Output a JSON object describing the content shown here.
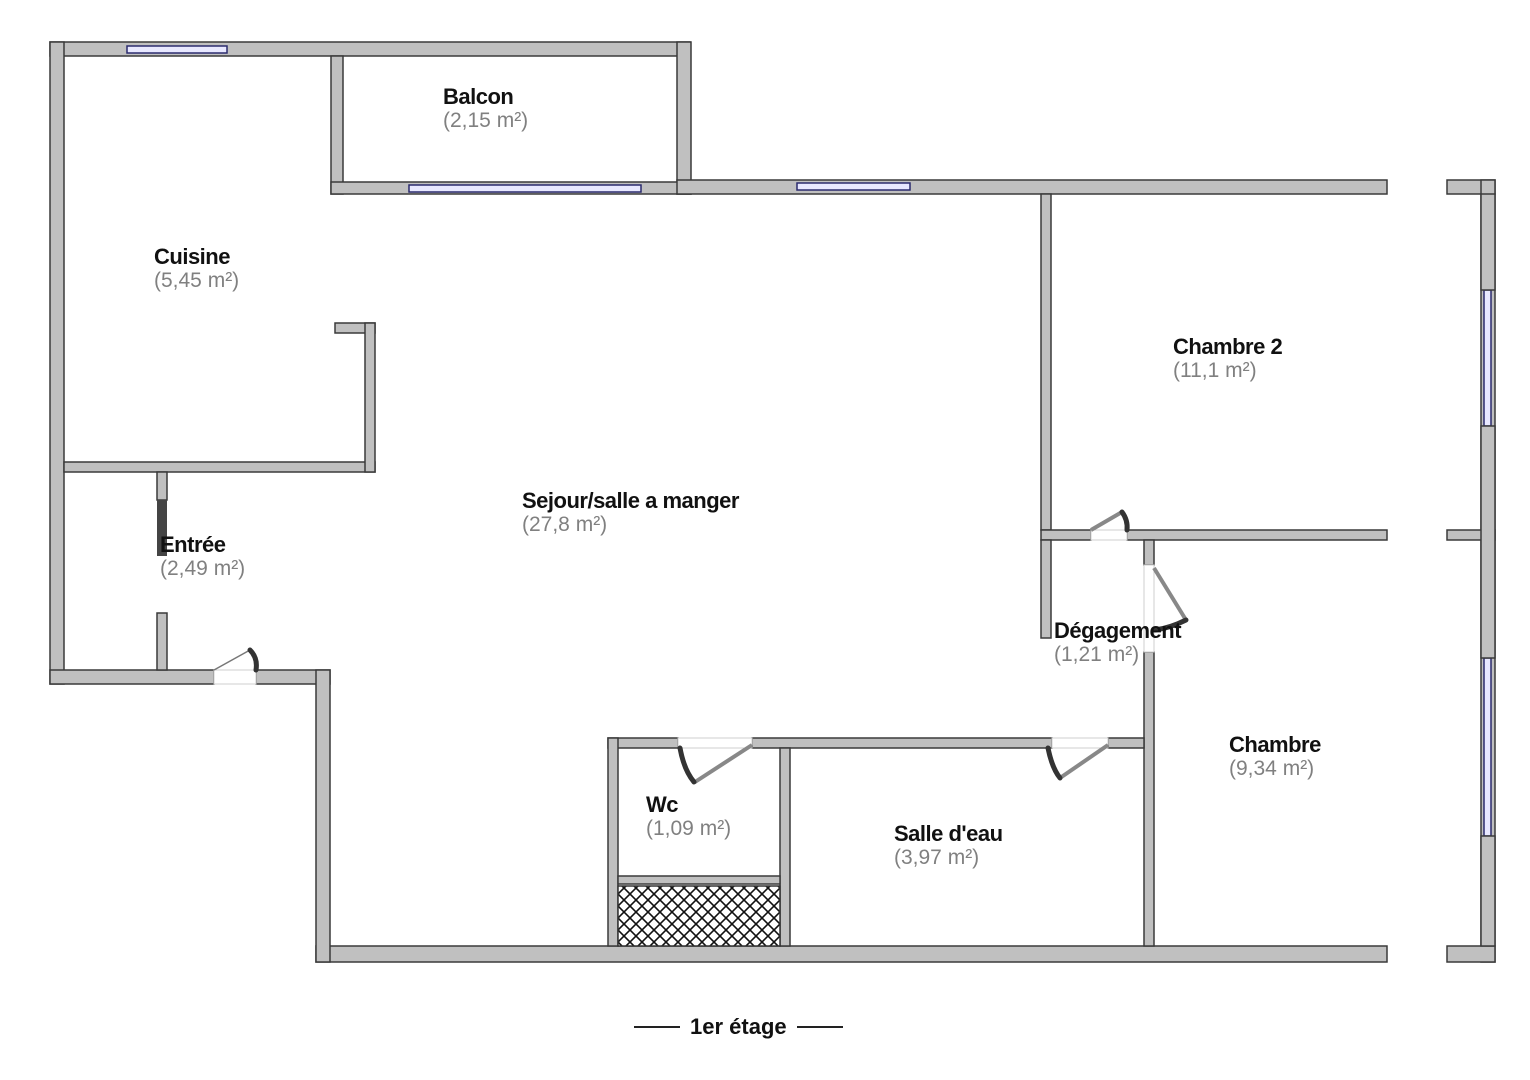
{
  "plan": {
    "floor_label": "1er étage",
    "colors": {
      "wall_fill": "#c0c0c0",
      "wall_outline": "#3a3a3a",
      "window": "#2b2b6e",
      "area_text": "#808080",
      "name_text": "#111111"
    },
    "rooms": [
      {
        "name": "Balcon",
        "area": "(2,15 m²)"
      },
      {
        "name": "Cuisine",
        "area": "(5,45 m²)"
      },
      {
        "name": "Entrée",
        "area": "(2,49 m²)"
      },
      {
        "name": "Sejour/salle a manger",
        "area": "(27,8 m²)"
      },
      {
        "name": "Chambre 2",
        "area": "(11,1 m²)"
      },
      {
        "name": "Dégagement",
        "area": "(1,21 m²)"
      },
      {
        "name": "Chambre",
        "area": "(9,34 m²)"
      },
      {
        "name": "Wc",
        "area": "(1,09 m²)"
      },
      {
        "name": "Salle d'eau",
        "area": "(3,97 m²)"
      }
    ]
  }
}
